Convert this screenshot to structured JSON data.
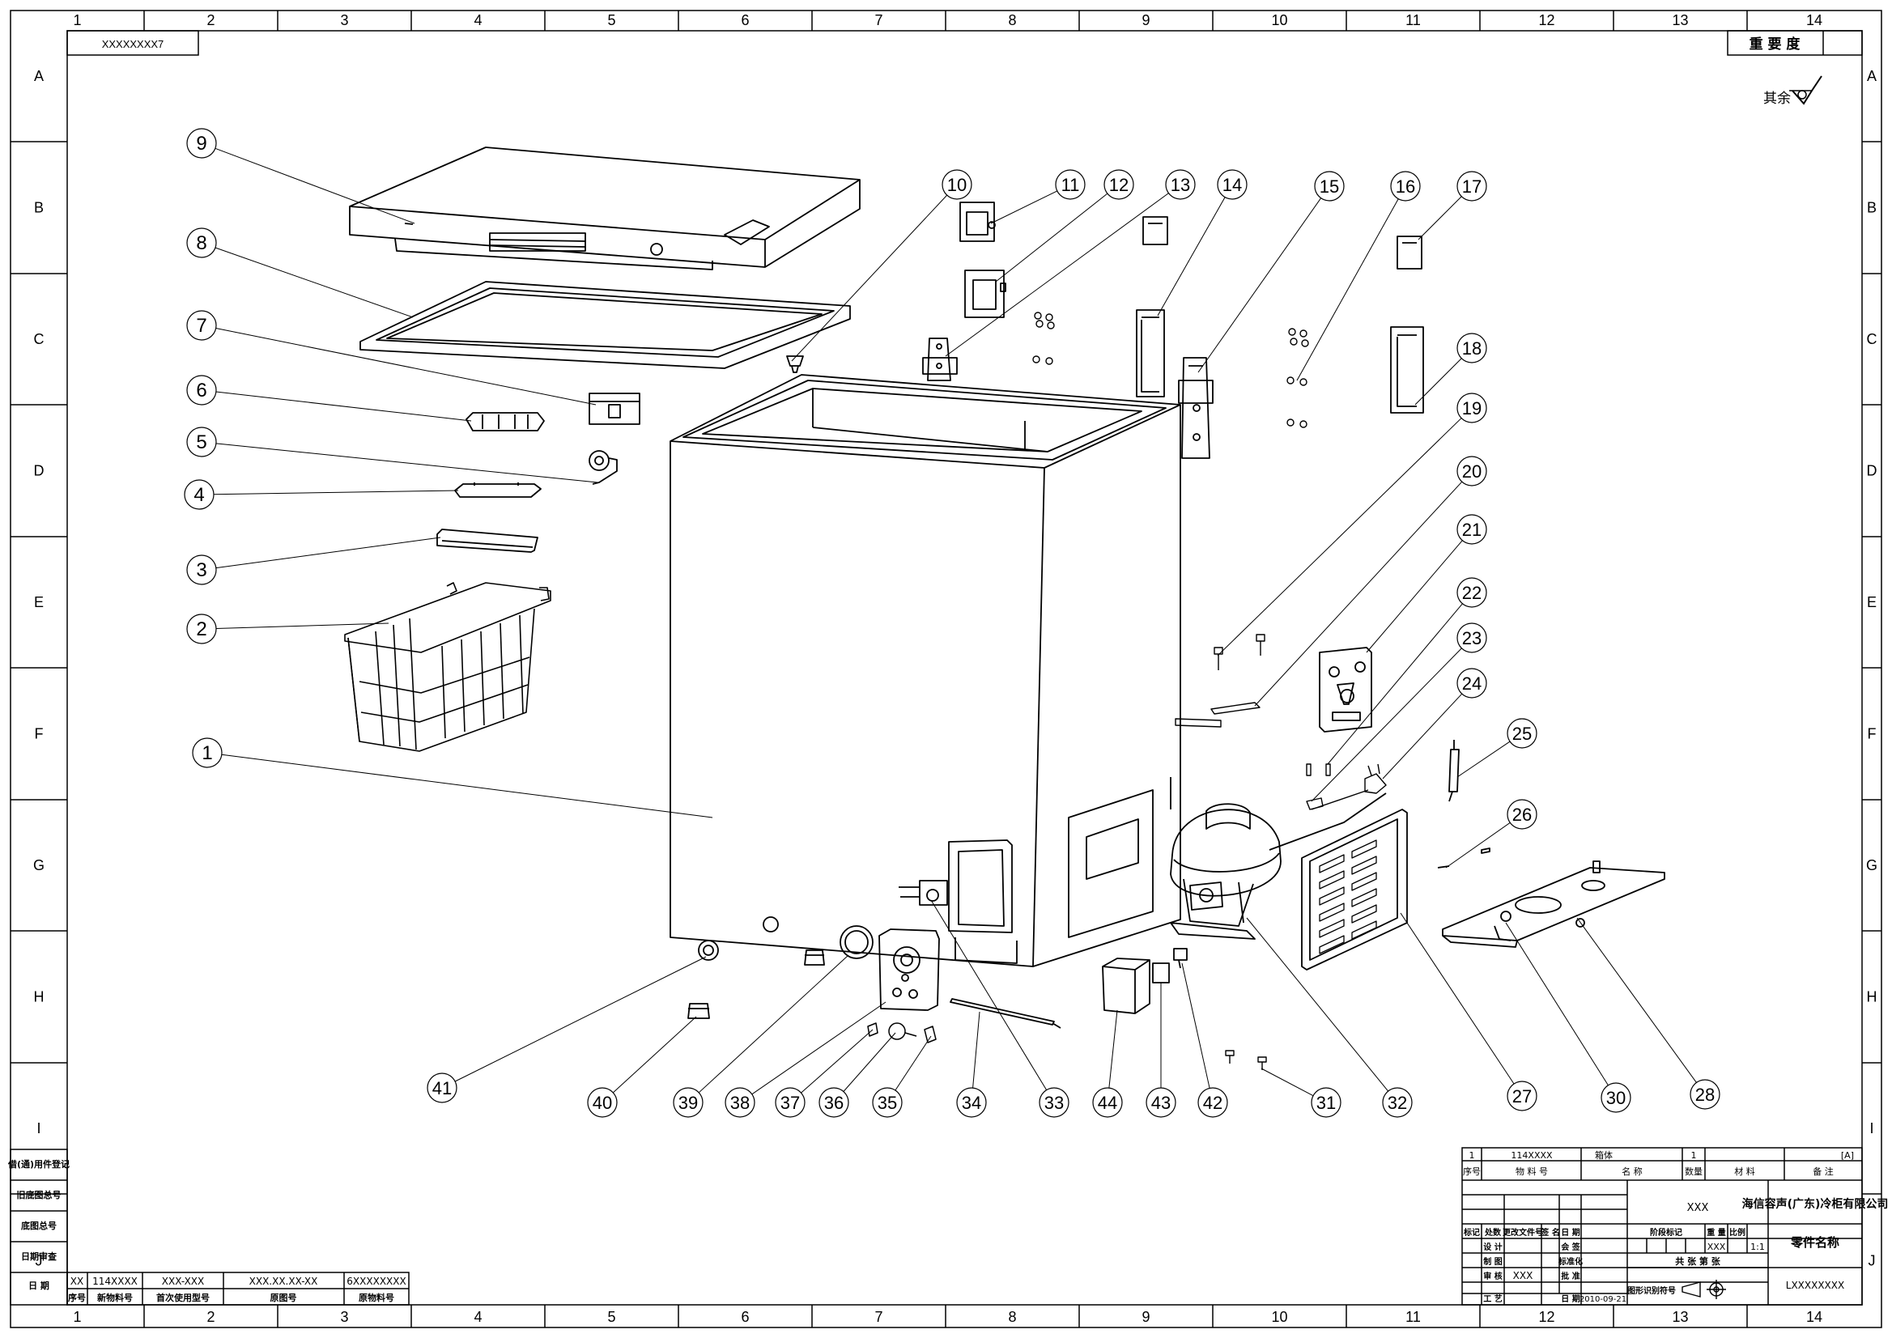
{
  "grid": {
    "cols": [
      "1",
      "2",
      "3",
      "4",
      "5",
      "6",
      "7",
      "8",
      "9",
      "10",
      "11",
      "12",
      "13",
      "14"
    ],
    "rows": [
      "A",
      "B",
      "C",
      "D",
      "E",
      "F",
      "G",
      "H",
      "I",
      "J"
    ]
  },
  "corner_code": "XXXXXXXX7",
  "importance_label": "重 要 度",
  "surface_mark_label": "其余",
  "callouts": [
    "1",
    "2",
    "3",
    "4",
    "5",
    "6",
    "7",
    "8",
    "9",
    "10",
    "11",
    "12",
    "13",
    "14",
    "15",
    "16",
    "17",
    "18",
    "19",
    "20",
    "21",
    "22",
    "23",
    "24",
    "25",
    "26",
    "27",
    "28",
    "30",
    "31",
    "32",
    "33",
    "34",
    "35",
    "36",
    "37",
    "38",
    "39",
    "40",
    "41",
    "42",
    "43",
    "44"
  ],
  "left_side_labels": [
    "借(通)用件登记",
    "旧底图总号",
    "底图总号",
    "日期审查",
    "日 期"
  ],
  "revision_block": {
    "row_values": [
      "XX",
      "114XXXX",
      "XXX-XXX",
      "XXX.XX.XX-XX",
      "6XXXXXXXX"
    ],
    "row_headers": [
      "序号",
      "新物料号",
      "首次使用型号",
      "原图号",
      "原物料号"
    ]
  },
  "title_block": {
    "item_no": "1",
    "item_code": "114XXXX",
    "item_name": "箱体",
    "item_qty": "1",
    "item_note": "[A]",
    "col_headers": [
      "序号",
      "物 料 号",
      "名 称",
      "数量",
      "材 料",
      "备 注"
    ],
    "part_code": "XXX",
    "company": "海信容声(广东)冷柜有限公司",
    "part_name_label": "零件名称",
    "change_headers": [
      "标记",
      "处数",
      "更改文件号",
      "签 名",
      "日 期"
    ],
    "stage_mark_label": "阶段标记",
    "weight_label": "重 量",
    "scale_label": "比例",
    "weight_value": "XXX",
    "scale_value": "1:1",
    "roles": [
      "设 计",
      "制 图",
      "审 核",
      "工 艺"
    ],
    "drafter": "XXX",
    "approvals": [
      "会 签",
      "标准化",
      "批 准",
      "日 期"
    ],
    "date": "2010-09-21",
    "sheets_label": "共    张    第    张",
    "projection_label": "图形识别符号",
    "drawing_no": "LXXXXXXXX"
  }
}
